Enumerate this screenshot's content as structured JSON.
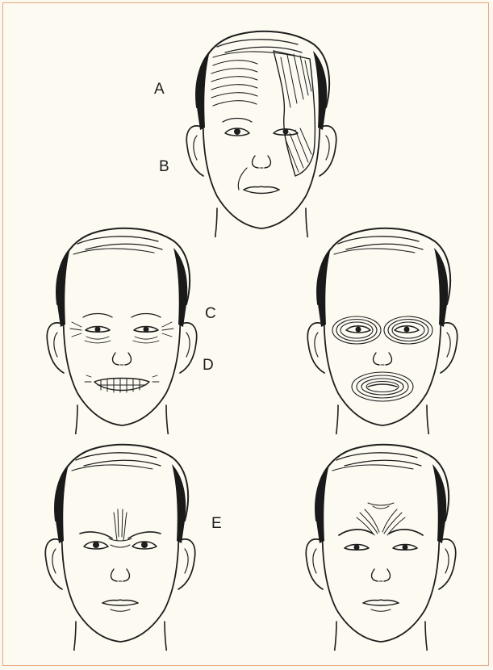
{
  "labels": {
    "a": "A",
    "b": "B",
    "c": "C",
    "d": "D",
    "e": "E"
  },
  "colors": {
    "frame_border": "#e8a57c",
    "background": "#fdfaf1",
    "ink": "#1e1e1e"
  },
  "figures": [
    {
      "name": "face-frontalis-masseter",
      "muscles": [
        "frontalis",
        "temporalis",
        "masseter"
      ]
    },
    {
      "name": "face-squinting-grimace",
      "expression": "squint-and-bared-teeth"
    },
    {
      "name": "face-orbicularis",
      "muscles": [
        "orbicularis-oculi",
        "orbicularis-oris"
      ]
    },
    {
      "name": "face-procerus-frown",
      "expression": "brow-pinch"
    },
    {
      "name": "face-corrugator-frown",
      "expression": "deep-brow-furrow"
    }
  ]
}
